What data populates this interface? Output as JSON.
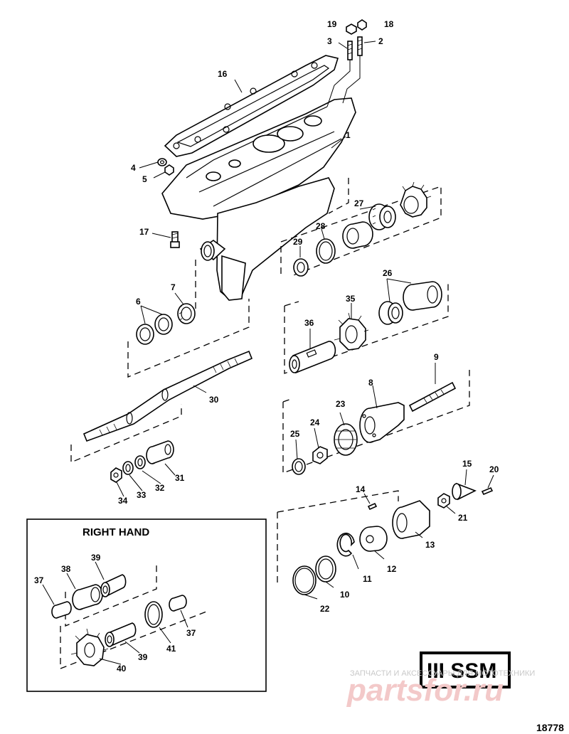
{
  "inset": {
    "title": "RIGHT HAND"
  },
  "badge": {
    "text": "III SSM"
  },
  "figure_number": "18778",
  "watermark": {
    "line1": "ЗАПЧАСТИ И АКСЕССУАРЫ ДЛЯ МОТОТЕХНИКИ",
    "line2": "partsfor.ru"
  },
  "callouts": [
    "1",
    "2",
    "3",
    "4",
    "5",
    "6",
    "7",
    "8",
    "9",
    "10",
    "11",
    "12",
    "13",
    "14",
    "15",
    "16",
    "17",
    "18",
    "19",
    "20",
    "21",
    "22",
    "23",
    "24",
    "25",
    "26",
    "27",
    "28",
    "29",
    "30",
    "31",
    "32",
    "33",
    "34",
    "35",
    "36",
    "37",
    "38",
    "39",
    "40",
    "41"
  ],
  "colors": {
    "line": "#000000",
    "watermark": "#f3c9c9"
  }
}
